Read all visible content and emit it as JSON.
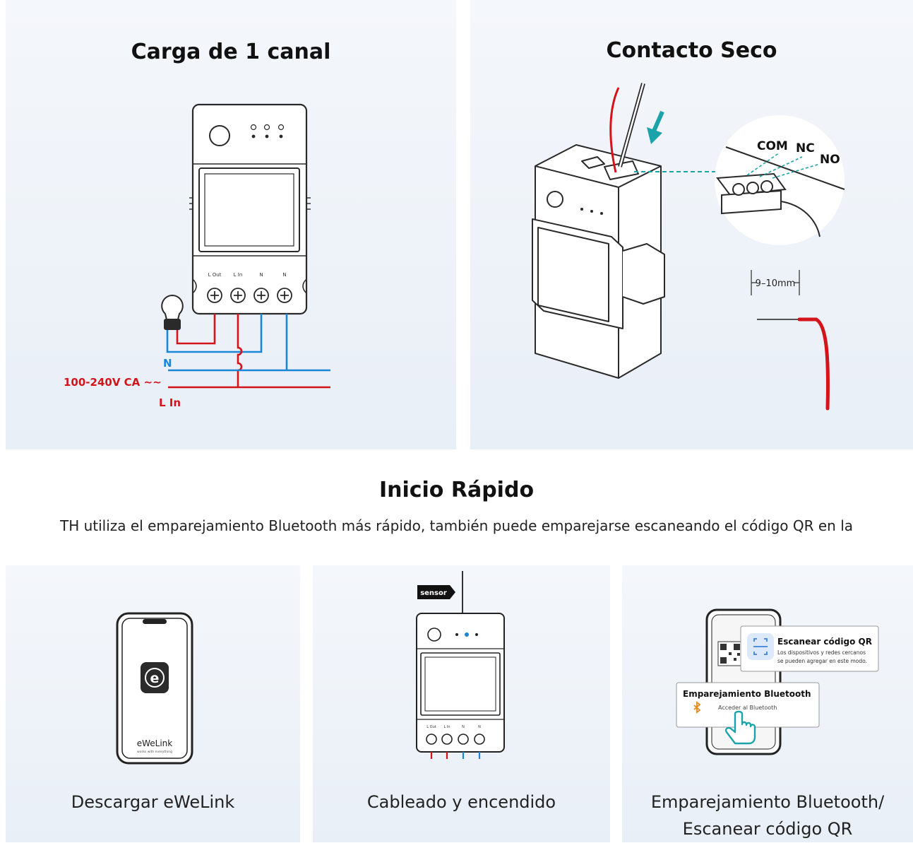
{
  "wiring": {
    "title": "Carga de 1 canal",
    "terminals": [
      "L Out",
      "L In",
      "N",
      "N"
    ],
    "neutral_label": "N",
    "voltage_label": "100-240V CA ~~",
    "line_label": "L In"
  },
  "dry_contact": {
    "title": "Contacto Seco",
    "com_label": "COM",
    "nc_label": "NC",
    "no_label": "NO",
    "strip_length": "9–10mm"
  },
  "quick_start": {
    "title": "Inicio Rápido",
    "description": "TH utiliza el emparejamiento Bluetooth más rápido, también puede emparejarse escaneando el código QR en la"
  },
  "step_download": {
    "app_name": "eWeLink",
    "app_tagline": "works with everything",
    "caption": "Descargar eWeLink"
  },
  "step_wiring": {
    "sensor_label": "sensor",
    "terminals": [
      "L Out",
      "L In",
      "N",
      "N"
    ],
    "caption": "Cableado y encendido"
  },
  "step_pairing": {
    "qr_title": "Escanear código QR",
    "qr_line1": "Los dispositivos y redes cercanos",
    "qr_line2": "se pueden agregar en este modo.",
    "bt_title": "Emparejamiento Bluetooth",
    "bt_action": "Acceder al Bluetooth",
    "caption_line1": "Emparejamiento Bluetooth/",
    "caption_line2": "Escanear código QR"
  },
  "colors": {
    "live": "#d4141b",
    "neutral": "#1a86d6",
    "accent": "#1aa3a8",
    "outline": "#2a2a2a"
  }
}
